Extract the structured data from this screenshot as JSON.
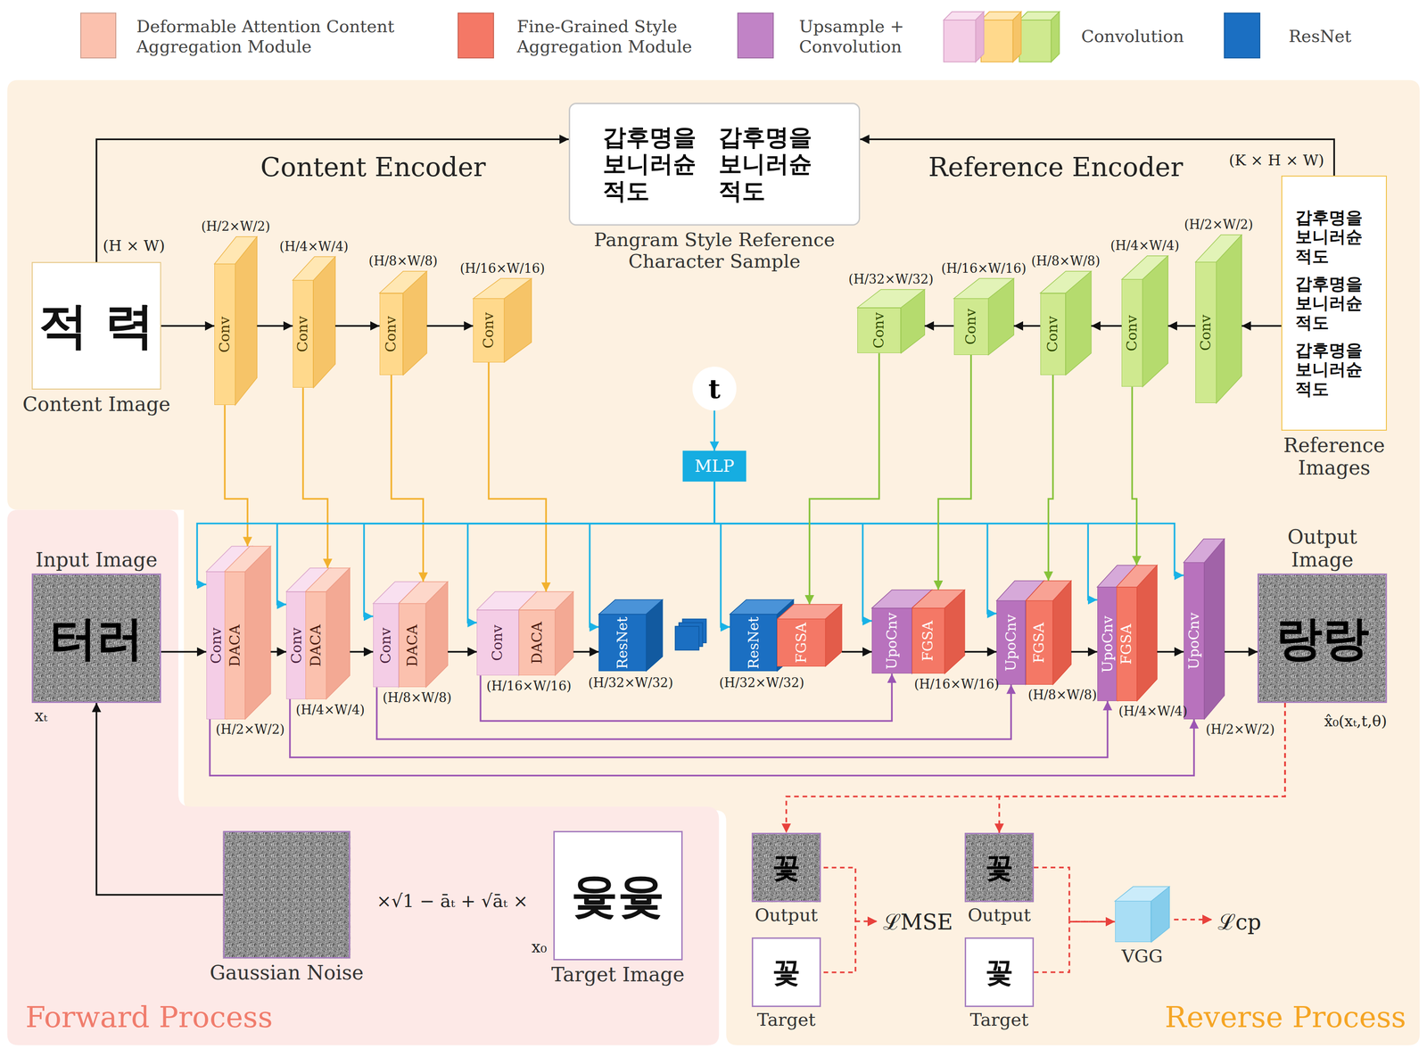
{
  "diagram": {
    "nodes": [
      {
        "text": [
          "적 력",
          "Content Image"
        ]
      },
      {
        "text": [
          "Conv",
          "(H/2×W/2)"
        ]
      },
      {
        "text": [
          "Conv",
          "(H/4×W/4)"
        ]
      },
      {
        "text": [
          "Conv",
          "(H/8×W/8)"
        ]
      },
      {
        "text": [
          "Conv",
          "(H/16×W/16)"
        ]
      },
      {
        "text": [
          "갑후명을 보니러슌 적도",
          "갑후명을 보니러슌 적도",
          "Pangram Style Reference Character Sample"
        ]
      },
      {
        "text": [
          "갑후명을 보니러슌 적도",
          "갑후명을 보니러슌 적도",
          "갑후명을 보니러슌 적도",
          "Reference Images"
        ]
      },
      {
        "text": [
          "Conv",
          "(H/2×W/2)"
        ]
      },
      {
        "text": [
          "Conv",
          "(H/4×W/4)"
        ]
      },
      {
        "text": [
          "Conv",
          "(H/8×W/8)"
        ]
      },
      {
        "text": [
          "Conv",
          "(H/16×W/16)"
        ]
      },
      {
        "text": [
          "Conv",
          "(H/32×W/32)"
        ]
      },
      {
        "text": [
          "t"
        ]
      },
      {
        "text": [
          "MLP"
        ]
      },
      {
        "text": [
          "터러",
          "Input Image"
        ]
      },
      {
        "text": [
          "Conv",
          "(H/2×W/2)"
        ]
      },
      {
        "text": [
          "DACA"
        ]
      },
      {
        "text": [
          "Conv",
          "(H/4×W/4)"
        ]
      },
      {
        "text": [
          "DACA"
        ]
      },
      {
        "text": [
          "Conv",
          "(H/8×W/8)"
        ]
      },
      {
        "text": [
          "DACA"
        ]
      },
      {
        "text": [
          "Conv",
          "(H/16×W/16)"
        ]
      },
      {
        "text": [
          "DACA"
        ]
      },
      {
        "text": [
          "ResNet",
          "(H/32×W/32)"
        ]
      },
      {
        "text": [
          "ResNet",
          "(H/32×W/32)"
        ]
      },
      {
        "text": [
          "FGSA"
        ]
      },
      {
        "text": [
          "UpoCnv"
        ]
      },
      {
        "text": [
          "FGSA",
          "(H/16×W/16)"
        ]
      },
      {
        "text": [
          "UpoCnv"
        ]
      },
      {
        "text": [
          "FGSA",
          "(H/8×W/8)"
        ]
      },
      {
        "text": [
          "UpoCnv"
        ]
      },
      {
        "text": [
          "FGSA",
          "(H/4×W/4)"
        ]
      },
      {
        "text": [
          "UpoCnv",
          "(H/2×W/2)"
        ]
      },
      {
        "text": [
          "랑랑",
          "Output Image"
        ]
      },
      {
        "text": [
          "Gaussian Noise"
        ]
      },
      {
        "text": [
          "윷윷",
          "Target Image"
        ]
      },
      {
        "text": [
          "꽃",
          "Output"
        ]
      },
      {
        "text": [
          "꽃",
          "Target"
        ]
      },
      {
        "text": [
          "꽃",
          "Output"
        ]
      },
      {
        "text": [
          "꽃",
          "Target"
        ]
      },
      {
        "text": [
          "VGG"
        ]
      }
    ],
    "edges": [
      {
        "from": 0,
        "to": 1,
        "arrow": "to"
      },
      {
        "from": 1,
        "to": 2,
        "arrow": "to"
      },
      {
        "from": 2,
        "to": 3,
        "arrow": "to"
      },
      {
        "from": 3,
        "to": 4,
        "arrow": "to"
      },
      {
        "from": 0,
        "to": 5,
        "arrow": "to"
      },
      {
        "from": 6,
        "to": 5,
        "arrow": "to"
      },
      {
        "from": 6,
        "to": 7,
        "arrow": "to"
      },
      {
        "from": 7,
        "to": 8,
        "arrow": "to"
      },
      {
        "from": 8,
        "to": 9,
        "arrow": "to"
      },
      {
        "from": 9,
        "to": 10,
        "arrow": "to"
      },
      {
        "from": 10,
        "to": 11,
        "arrow": "to"
      },
      {
        "from": 1,
        "to": 16,
        "arrow": "to"
      },
      {
        "from": 2,
        "to": 18,
        "arrow": "to"
      },
      {
        "from": 3,
        "to": 20,
        "arrow": "to"
      },
      {
        "from": 4,
        "to": 22,
        "arrow": "to"
      },
      {
        "from": 12,
        "to": 13,
        "arrow": "to"
      },
      {
        "from": 13,
        "to": 15,
        "arrow": "to"
      },
      {
        "from": 13,
        "to": 17,
        "arrow": "to"
      },
      {
        "from": 13,
        "to": 19,
        "arrow": "to"
      },
      {
        "from": 13,
        "to": 21,
        "arrow": "to"
      },
      {
        "from": 13,
        "to": 23,
        "arrow": "to"
      },
      {
        "from": 13,
        "to": 24,
        "arrow": "to"
      },
      {
        "from": 13,
        "to": 26,
        "arrow": "to"
      },
      {
        "from": 13,
        "to": 28,
        "arrow": "to"
      },
      {
        "from": 13,
        "to": 30,
        "arrow": "to"
      },
      {
        "from": 13,
        "to": 32,
        "arrow": "to"
      },
      {
        "from": 11,
        "to": 25,
        "arrow": "to"
      },
      {
        "from": 10,
        "to": 27,
        "arrow": "to"
      },
      {
        "from": 9,
        "to": 29,
        "arrow": "to"
      },
      {
        "from": 8,
        "to": 31,
        "arrow": "to"
      },
      {
        "from": 14,
        "to": 15,
        "arrow": "to"
      },
      {
        "from": 16,
        "to": 17,
        "arrow": "to"
      },
      {
        "from": 18,
        "to": 19,
        "arrow": "to"
      },
      {
        "from": 20,
        "to": 21,
        "arrow": "to"
      },
      {
        "from": 22,
        "to": 23,
        "arrow": "to"
      },
      {
        "from": 25,
        "to": 26,
        "arrow": "to"
      },
      {
        "from": 27,
        "to": 28,
        "arrow": "to"
      },
      {
        "from": 29,
        "to": 30,
        "arrow": "to"
      },
      {
        "from": 31,
        "to": 32,
        "arrow": "to"
      },
      {
        "from": 32,
        "to": 33,
        "arrow": "to"
      },
      {
        "from": 21,
        "to": 26,
        "arrow": "to"
      },
      {
        "from": 19,
        "to": 28,
        "arrow": "to"
      },
      {
        "from": 17,
        "to": 30,
        "arrow": "to"
      },
      {
        "from": 15,
        "to": 32,
        "arrow": "to"
      },
      {
        "from": 33,
        "to": 36,
        "arrow": "to"
      },
      {
        "from": 33,
        "to": 38,
        "arrow": "to"
      },
      {
        "from": 38,
        "to": 40,
        "arrow": "to"
      },
      {
        "from": 39,
        "to": 40,
        "arrow": "to"
      },
      {
        "from": 34,
        "to": 14,
        "arrow": "to"
      }
    ],
    "labels": [
      "(H × W)",
      "Content Encoder",
      "Reference Encoder",
      "(K × H × W)",
      "xₜ",
      "x̂₀(xₜ,t,θ)",
      "×√1 − āₜ + √āₜ ×",
      "x₀",
      "ℒMSE",
      "ℒcp",
      "Forward Process",
      "Reverse Process"
    ],
    "legend": [
      {
        "text": "Deformable Attention Content Aggregation Module",
        "color": "#fbc1ae"
      },
      {
        "text": "Fine-Grained Style Aggregation Module",
        "color": "#f47866"
      },
      {
        "text": "Upsample + Convolution",
        "color": "#c183c6"
      },
      {
        "text": "Convolution"
      },
      {
        "text": "ResNet",
        "color": "#1b6fc2"
      }
    ]
  }
}
